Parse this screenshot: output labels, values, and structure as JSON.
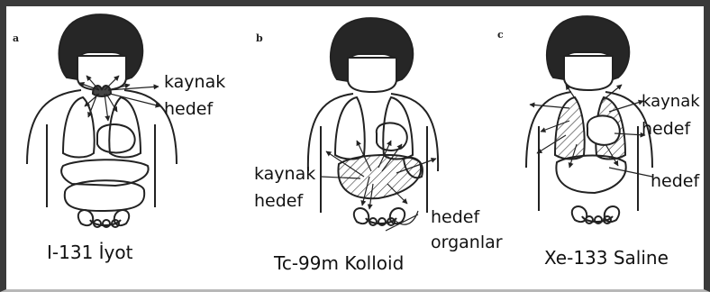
{
  "panels": [
    {
      "letter": "a",
      "caption": "I-131 İyot",
      "labels": {
        "source": "kaynak",
        "target": "hedef"
      }
    },
    {
      "letter": "b",
      "caption": "Tc-99m Kolloid",
      "labels": {
        "source": "kaynak",
        "target": "hedef",
        "target_organs_line1": "hedef",
        "target_organs_line2": "organlar"
      }
    },
    {
      "letter": "c",
      "caption": "Xe-133 Saline",
      "labels": {
        "source": "kaynak",
        "target": "hedef",
        "target2": "hedef"
      }
    }
  ]
}
